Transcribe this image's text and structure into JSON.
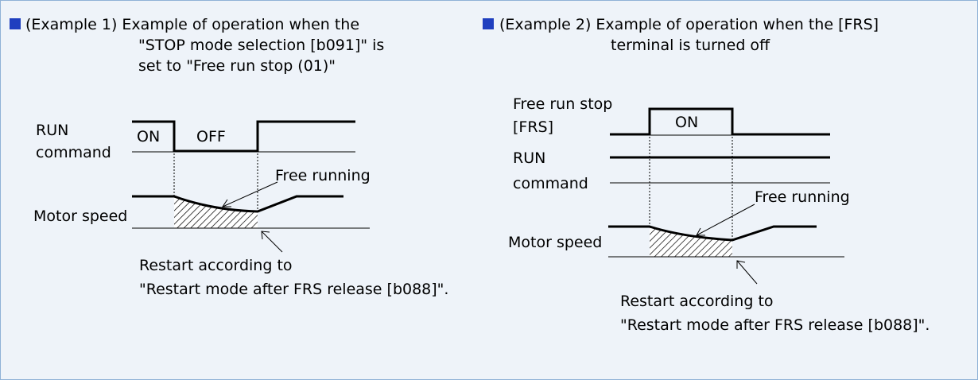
{
  "example1": {
    "title_line1": "(Example 1) Example of operation when the",
    "title_line2": "\"STOP mode selection [b091]\" is",
    "title_line3": "set to \"Free run stop (01)\"",
    "run_label_line1": "RUN",
    "run_label_line2": "command",
    "on_label": "ON",
    "off_label": "OFF",
    "free_running_label": "Free running",
    "motor_speed_label": "Motor speed",
    "restart_line1": "Restart according to",
    "restart_line2": "\"Restart mode after FRS release [b088]\"."
  },
  "example2": {
    "title_line1": "(Example 2) Example of operation when the [FRS]",
    "title_line2": "terminal is turned off",
    "frs_label_line1": "Free run stop",
    "frs_label_line2": "[FRS]",
    "on_label": "ON",
    "run_label_line1": "RUN",
    "run_label_line2": "command",
    "free_running_label": "Free running",
    "motor_speed_label": "Motor speed",
    "restart_line1": "Restart according to",
    "restart_line2": "\"Restart mode after FRS release [b088]\"."
  },
  "colors": {
    "background": "#eef3f9",
    "border": "#8fb1d6",
    "bullet": "#1f3fbf"
  }
}
